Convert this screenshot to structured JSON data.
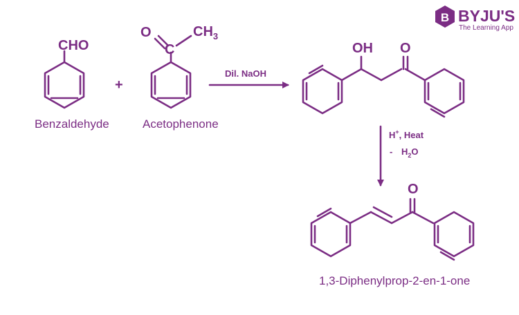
{
  "logo": {
    "brand": "BYJU'S",
    "tagline": "The Learning App",
    "mark_letter": "B"
  },
  "reactant1": {
    "group": "CHO",
    "name": "Benzaldehyde"
  },
  "plus": "+",
  "reactant2": {
    "oxygen": "O",
    "carbon": "C",
    "methyl": "CH",
    "methyl_sub": "3",
    "name": "Acetophenone"
  },
  "step1": {
    "reagent": "Dil. NaOH"
  },
  "intermediate": {
    "hydroxyl": "OH",
    "oxygen": "O"
  },
  "step2": {
    "acid": "H",
    "acid_sup": "+",
    "heat": ", Heat",
    "minus": "-",
    "water": "H",
    "water_sub": "2",
    "water_end": "O"
  },
  "product": {
    "oxygen": "O",
    "name": "1,3-Diphenylprop-2-en-1-one"
  },
  "colors": {
    "primary": "#7b2d84",
    "background": "#ffffff"
  }
}
